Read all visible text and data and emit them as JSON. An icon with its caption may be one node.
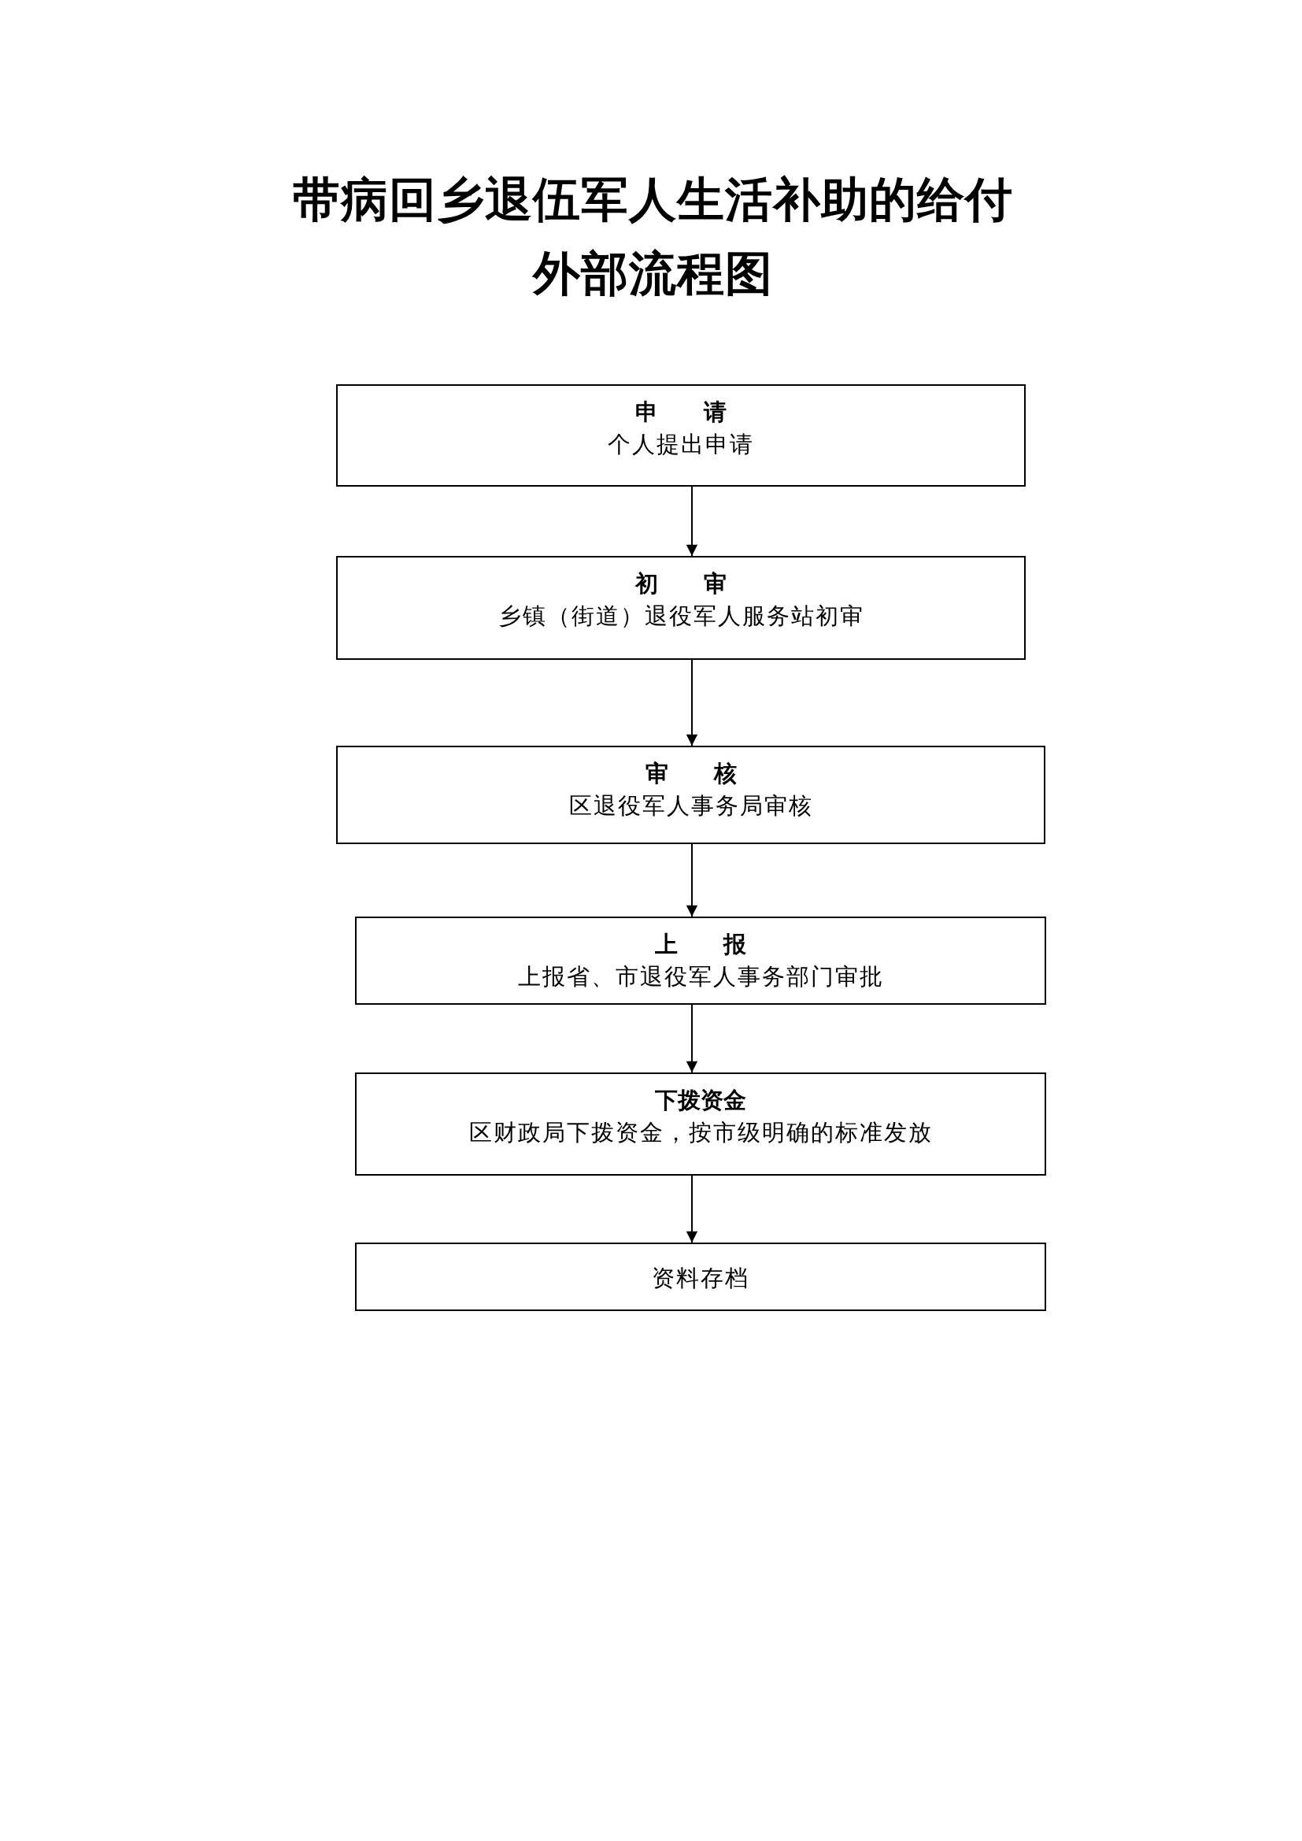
{
  "diagram": {
    "title": "带病回乡退伍军人生活补助的给付外部流程图",
    "nodes": [
      {
        "text": [
          "申　　请",
          "个人提出申请"
        ]
      },
      {
        "text": [
          "初　　审",
          "乡镇（街道）退役军人服务站初审"
        ]
      },
      {
        "text": [
          "审　　核",
          "区退役军人事务局审核"
        ]
      },
      {
        "text": [
          "上　　报",
          "上报省、市退役军人事务部门审批"
        ]
      },
      {
        "text": [
          "下拨资金",
          "区财政局下拨资金，按市级明确的标准发放"
        ]
      },
      {
        "text": [
          "资料存档"
        ]
      }
    ],
    "edges": [
      {
        "from": 0,
        "to": 1,
        "arrow": "to"
      },
      {
        "from": 1,
        "to": 2,
        "arrow": "to"
      },
      {
        "from": 2,
        "to": 3,
        "arrow": "to"
      },
      {
        "from": 3,
        "to": 4,
        "arrow": "to"
      },
      {
        "from": 4,
        "to": 5,
        "arrow": "to"
      }
    ]
  }
}
